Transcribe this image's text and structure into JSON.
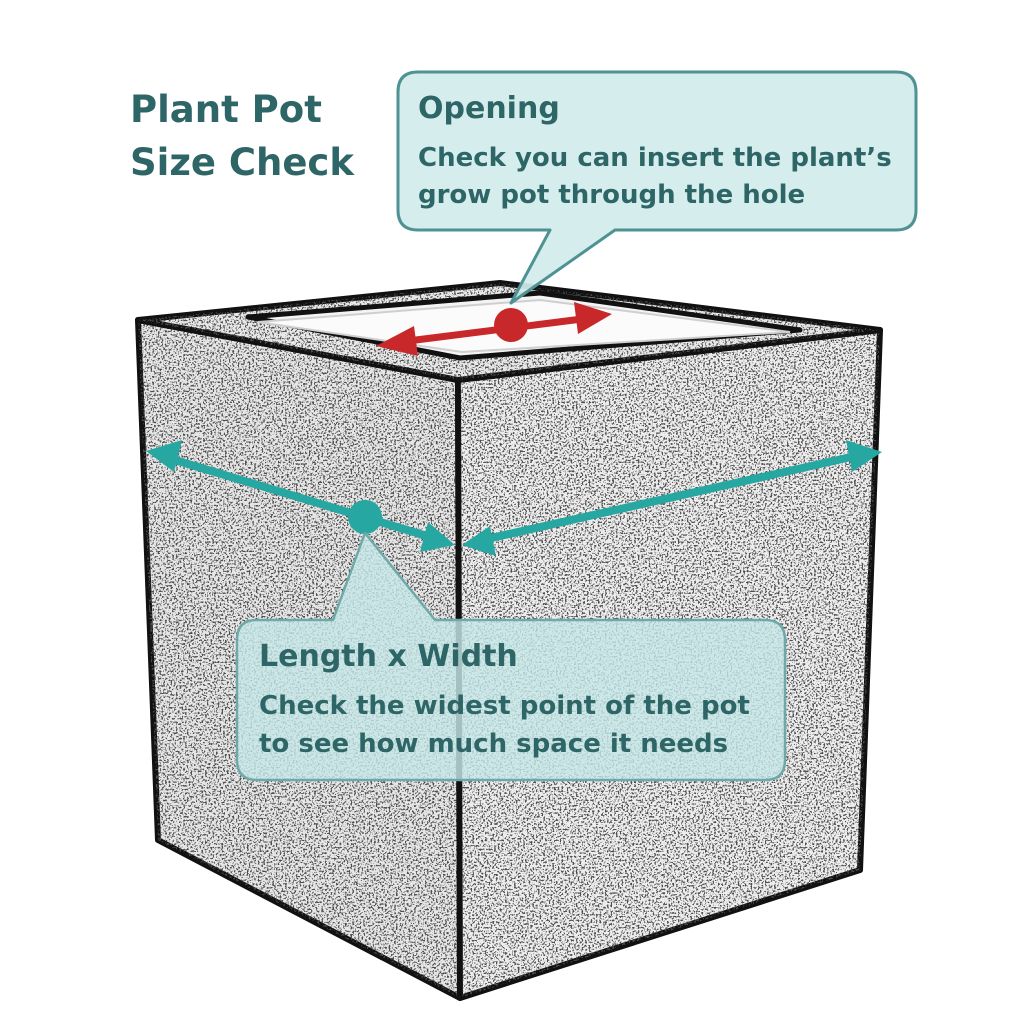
{
  "title": {
    "line1": "Plant Pot",
    "line2": "Size Check"
  },
  "callouts": {
    "opening": {
      "heading": "Opening",
      "line1": "Check you can insert the plant’s",
      "line2": "grow pot through the hole"
    },
    "length_width": {
      "heading": "Length x Width",
      "line1": "Check the widest point of the pot",
      "line2": "to see how much space it needs"
    }
  },
  "colors": {
    "teal_text": "#2e6566",
    "teal_arrow": "#26a7a2",
    "red_arrow": "#c8282a",
    "callout_fill": "#d3ecec",
    "callout_stroke": "#4f9293",
    "pot_fill": "#e9e9e9",
    "pot_speckle": "#1a1a1a"
  }
}
